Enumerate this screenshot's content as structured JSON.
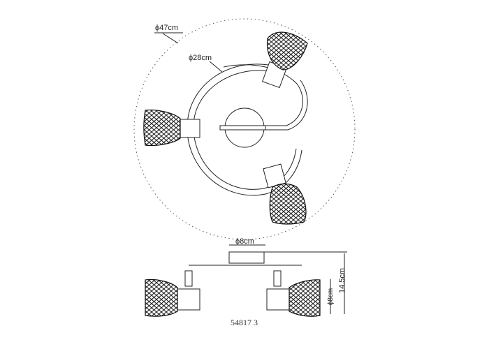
{
  "drawing": {
    "outer_diameter_label": "ϕ47cm",
    "arm_diameter_label": "ϕ28cm",
    "canopy_diameter_label": "ϕ8cm",
    "height_label": "14.5cm",
    "shade_diameter_label": "ϕ8cm",
    "product_code": "54817 3"
  }
}
